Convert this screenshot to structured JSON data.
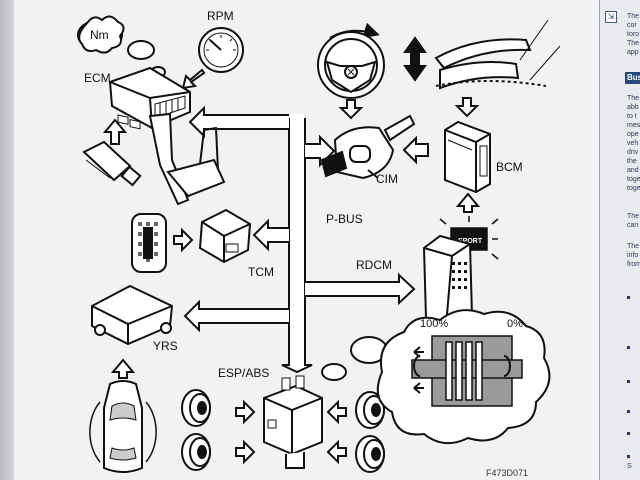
{
  "diagram": {
    "labels": {
      "nm": "Nm",
      "rpm": "RPM",
      "ecm": "ECM",
      "cim": "CIM",
      "bcm": "BCM",
      "p_bus": "P-BUS",
      "tcm": "TCM",
      "rdcm": "RDCM",
      "sport": "SPORT",
      "yrs": "YRS",
      "esp_abs": "ESP/ABS",
      "pct_100": "100%",
      "pct_0": "0%",
      "figure_code": "F473D071"
    }
  },
  "side_panel": {
    "heading": "Bus",
    "lines_top": [
      "The",
      "cor",
      "toro",
      "The",
      "app"
    ],
    "lines_mid": [
      "The",
      "abb",
      "to t",
      "mes",
      "ope",
      "veh",
      "driv",
      "the",
      "and",
      "toge",
      "toge"
    ],
    "lines_mid2": [
      "The",
      "can"
    ],
    "lines_mid3": [
      "The",
      "info",
      "from"
    ],
    "bottom_line": "S"
  }
}
